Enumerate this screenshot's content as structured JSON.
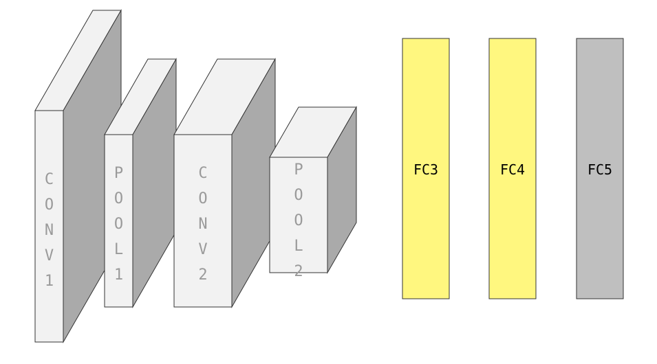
{
  "colors": {
    "box_front": "#f2f2f2",
    "box_side": "#aaaaaa",
    "box_stroke": "#333333",
    "fc_yellow": "#fff77f",
    "fc_gray": "#bfbfbf"
  },
  "layers": {
    "conv1": {
      "label": "CONV1"
    },
    "pool1": {
      "label": "POOL1"
    },
    "conv2": {
      "label": "CONV2"
    },
    "pool2": {
      "label": "POOL2"
    },
    "fc3": {
      "label": "FC3"
    },
    "fc4": {
      "label": "FC4"
    },
    "fc5": {
      "label": "FC5"
    }
  }
}
